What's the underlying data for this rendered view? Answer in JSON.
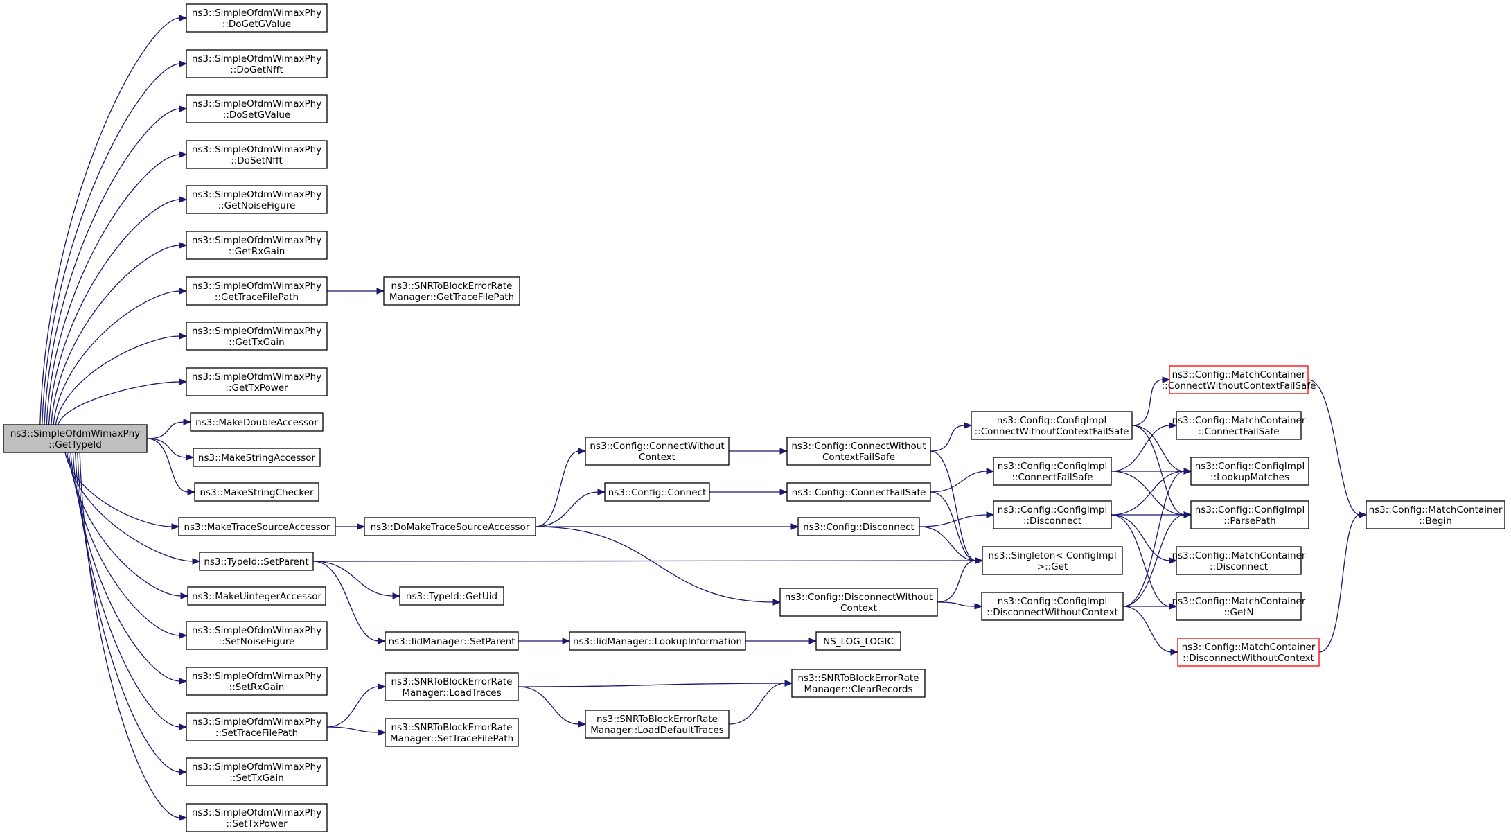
{
  "colors": {
    "edge": "#191970",
    "node_border": "#000000",
    "node_border_truncated": "#ff0000",
    "root_fill": "#bfbfbf",
    "node_fill": "#ffffff"
  },
  "nodes": [
    {
      "id": "root",
      "lines": [
        "ns3::SimpleOfdmWimaxPhy",
        "::GetTypeId"
      ],
      "style": "root"
    },
    {
      "id": "do_get_gvalue",
      "lines": [
        "ns3::SimpleOfdmWimaxPhy",
        "::DoGetGValue"
      ]
    },
    {
      "id": "do_get_nfft",
      "lines": [
        "ns3::SimpleOfdmWimaxPhy",
        "::DoGetNfft"
      ]
    },
    {
      "id": "do_set_gvalue",
      "lines": [
        "ns3::SimpleOfdmWimaxPhy",
        "::DoSetGValue"
      ]
    },
    {
      "id": "do_set_nfft",
      "lines": [
        "ns3::SimpleOfdmWimaxPhy",
        "::DoSetNfft"
      ]
    },
    {
      "id": "get_noise_figure",
      "lines": [
        "ns3::SimpleOfdmWimaxPhy",
        "::GetNoiseFigure"
      ]
    },
    {
      "id": "get_rx_gain",
      "lines": [
        "ns3::SimpleOfdmWimaxPhy",
        "::GetRxGain"
      ]
    },
    {
      "id": "get_trace_file_path",
      "lines": [
        "ns3::SimpleOfdmWimaxPhy",
        "::GetTraceFilePath"
      ]
    },
    {
      "id": "get_tx_gain",
      "lines": [
        "ns3::SimpleOfdmWimaxPhy",
        "::GetTxGain"
      ]
    },
    {
      "id": "get_tx_power",
      "lines": [
        "ns3::SimpleOfdmWimaxPhy",
        "::GetTxPower"
      ]
    },
    {
      "id": "make_double_accessor",
      "lines": [
        "ns3::MakeDoubleAccessor"
      ]
    },
    {
      "id": "make_string_accessor",
      "lines": [
        "ns3::MakeStringAccessor"
      ]
    },
    {
      "id": "make_string_checker",
      "lines": [
        "ns3::MakeStringChecker"
      ]
    },
    {
      "id": "make_trace_source_accessor",
      "lines": [
        "ns3::MakeTraceSourceAccessor"
      ]
    },
    {
      "id": "typeid_set_parent",
      "lines": [
        "ns3::TypeId::SetParent"
      ]
    },
    {
      "id": "make_uinteger_accessor",
      "lines": [
        "ns3::MakeUintegerAccessor"
      ]
    },
    {
      "id": "set_noise_figure",
      "lines": [
        "ns3::SimpleOfdmWimaxPhy",
        "::SetNoiseFigure"
      ]
    },
    {
      "id": "set_rx_gain",
      "lines": [
        "ns3::SimpleOfdmWimaxPhy",
        "::SetRxGain"
      ]
    },
    {
      "id": "set_trace_file_path",
      "lines": [
        "ns3::SimpleOfdmWimaxPhy",
        "::SetTraceFilePath"
      ]
    },
    {
      "id": "set_tx_gain",
      "lines": [
        "ns3::SimpleOfdmWimaxPhy",
        "::SetTxGain"
      ]
    },
    {
      "id": "set_tx_power",
      "lines": [
        "ns3::SimpleOfdmWimaxPhy",
        "::SetTxPower"
      ]
    },
    {
      "id": "snr_get_trace_file_path",
      "lines": [
        "ns3::SNRToBlockErrorRate",
        "Manager::GetTraceFilePath"
      ]
    },
    {
      "id": "do_make_trace_source_accessor",
      "lines": [
        "ns3::DoMakeTraceSourceAccessor"
      ]
    },
    {
      "id": "typeid_get_uid",
      "lines": [
        "ns3::TypeId::GetUid"
      ]
    },
    {
      "id": "iid_set_parent",
      "lines": [
        "ns3::IidManager::SetParent"
      ]
    },
    {
      "id": "snr_load_traces",
      "lines": [
        "ns3::SNRToBlockErrorRate",
        "Manager::LoadTraces"
      ]
    },
    {
      "id": "snr_set_trace_file_path",
      "lines": [
        "ns3::SNRToBlockErrorRate",
        "Manager::SetTraceFilePath"
      ]
    },
    {
      "id": "config_connect_without_context",
      "lines": [
        "ns3::Config::ConnectWithout",
        "Context"
      ]
    },
    {
      "id": "config_connect",
      "lines": [
        "ns3::Config::Connect"
      ]
    },
    {
      "id": "iid_lookup_information",
      "lines": [
        "ns3::IidManager::LookupInformation"
      ]
    },
    {
      "id": "snr_load_default_traces",
      "lines": [
        "ns3::SNRToBlockErrorRate",
        "Manager::LoadDefaultTraces"
      ]
    },
    {
      "id": "config_connect_without_context_failsafe",
      "lines": [
        "ns3::Config::ConnectWithout",
        "ContextFailSafe"
      ]
    },
    {
      "id": "config_connect_failsafe",
      "lines": [
        "ns3::Config::ConnectFailSafe"
      ]
    },
    {
      "id": "config_disconnect",
      "lines": [
        "ns3::Config::Disconnect"
      ]
    },
    {
      "id": "config_disconnect_without_context",
      "lines": [
        "ns3::Config::DisconnectWithout",
        "Context"
      ]
    },
    {
      "id": "ns_log_logic",
      "lines": [
        "NS_LOG_LOGIC"
      ]
    },
    {
      "id": "snr_clear_records",
      "lines": [
        "ns3::SNRToBlockErrorRate",
        "Manager::ClearRecords"
      ]
    },
    {
      "id": "impl_connect_without_context_failsafe",
      "lines": [
        "ns3::Config::ConfigImpl",
        "::ConnectWithoutContextFailSafe"
      ]
    },
    {
      "id": "impl_connect_failsafe",
      "lines": [
        "ns3::Config::ConfigImpl",
        "::ConnectFailSafe"
      ]
    },
    {
      "id": "impl_disconnect",
      "lines": [
        "ns3::Config::ConfigImpl",
        "::Disconnect"
      ]
    },
    {
      "id": "singleton_get",
      "lines": [
        "ns3::Singleton< ConfigImpl",
        " >::Get"
      ]
    },
    {
      "id": "impl_disconnect_without_context",
      "lines": [
        "ns3::Config::ConfigImpl",
        "::DisconnectWithoutContext"
      ]
    },
    {
      "id": "mc_connect_without_context_failsafe",
      "lines": [
        "ns3::Config::MatchContainer",
        "::ConnectWithoutContextFailSafe"
      ],
      "style": "red"
    },
    {
      "id": "mc_connect_failsafe",
      "lines": [
        "ns3::Config::MatchContainer",
        "::ConnectFailSafe"
      ]
    },
    {
      "id": "impl_lookup_matches",
      "lines": [
        "ns3::Config::ConfigImpl",
        "::LookupMatches"
      ]
    },
    {
      "id": "impl_parse_path",
      "lines": [
        "ns3::Config::ConfigImpl",
        "::ParsePath"
      ]
    },
    {
      "id": "mc_disconnect",
      "lines": [
        "ns3::Config::MatchContainer",
        "::Disconnect"
      ]
    },
    {
      "id": "mc_get_n",
      "lines": [
        "ns3::Config::MatchContainer",
        "::GetN"
      ]
    },
    {
      "id": "mc_disconnect_without_context",
      "lines": [
        "ns3::Config::MatchContainer",
        "::DisconnectWithoutContext"
      ],
      "style": "red"
    },
    {
      "id": "mc_begin",
      "lines": [
        "ns3::Config::MatchContainer",
        "::Begin"
      ]
    }
  ],
  "edges": [
    [
      "root",
      "do_get_gvalue"
    ],
    [
      "root",
      "do_get_nfft"
    ],
    [
      "root",
      "do_set_gvalue"
    ],
    [
      "root",
      "do_set_nfft"
    ],
    [
      "root",
      "get_noise_figure"
    ],
    [
      "root",
      "get_rx_gain"
    ],
    [
      "root",
      "get_trace_file_path"
    ],
    [
      "root",
      "get_tx_gain"
    ],
    [
      "root",
      "get_tx_power"
    ],
    [
      "root",
      "make_double_accessor"
    ],
    [
      "root",
      "make_string_accessor"
    ],
    [
      "root",
      "make_string_checker"
    ],
    [
      "root",
      "make_trace_source_accessor"
    ],
    [
      "root",
      "typeid_set_parent"
    ],
    [
      "root",
      "make_uinteger_accessor"
    ],
    [
      "root",
      "set_noise_figure"
    ],
    [
      "root",
      "set_rx_gain"
    ],
    [
      "root",
      "set_trace_file_path"
    ],
    [
      "root",
      "set_tx_gain"
    ],
    [
      "root",
      "set_tx_power"
    ],
    [
      "get_trace_file_path",
      "snr_get_trace_file_path"
    ],
    [
      "make_trace_source_accessor",
      "do_make_trace_source_accessor"
    ],
    [
      "do_make_trace_source_accessor",
      "config_connect_without_context"
    ],
    [
      "do_make_trace_source_accessor",
      "config_connect"
    ],
    [
      "do_make_trace_source_accessor",
      "config_disconnect"
    ],
    [
      "do_make_trace_source_accessor",
      "config_disconnect_without_context"
    ],
    [
      "typeid_set_parent",
      "singleton_get"
    ],
    [
      "typeid_set_parent",
      "typeid_get_uid"
    ],
    [
      "typeid_set_parent",
      "iid_set_parent"
    ],
    [
      "iid_set_parent",
      "iid_lookup_information"
    ],
    [
      "iid_lookup_information",
      "ns_log_logic"
    ],
    [
      "set_trace_file_path",
      "snr_load_traces"
    ],
    [
      "set_trace_file_path",
      "snr_set_trace_file_path"
    ],
    [
      "snr_load_traces",
      "snr_clear_records"
    ],
    [
      "snr_load_traces",
      "snr_load_default_traces"
    ],
    [
      "snr_load_default_traces",
      "snr_clear_records"
    ],
    [
      "config_connect_without_context",
      "config_connect_without_context_failsafe"
    ],
    [
      "config_connect",
      "config_connect_failsafe"
    ],
    [
      "config_connect_without_context_failsafe",
      "impl_connect_without_context_failsafe"
    ],
    [
      "config_connect_without_context_failsafe",
      "singleton_get"
    ],
    [
      "config_connect_failsafe",
      "impl_connect_failsafe"
    ],
    [
      "config_connect_failsafe",
      "singleton_get"
    ],
    [
      "config_disconnect",
      "impl_disconnect"
    ],
    [
      "config_disconnect",
      "singleton_get"
    ],
    [
      "config_disconnect_without_context",
      "singleton_get"
    ],
    [
      "config_disconnect_without_context",
      "impl_disconnect_without_context"
    ],
    [
      "impl_connect_without_context_failsafe",
      "mc_connect_without_context_failsafe"
    ],
    [
      "impl_connect_without_context_failsafe",
      "impl_lookup_matches"
    ],
    [
      "impl_connect_without_context_failsafe",
      "impl_parse_path"
    ],
    [
      "impl_connect_failsafe",
      "mc_connect_failsafe"
    ],
    [
      "impl_connect_failsafe",
      "impl_lookup_matches"
    ],
    [
      "impl_connect_failsafe",
      "impl_parse_path"
    ],
    [
      "impl_disconnect",
      "impl_lookup_matches"
    ],
    [
      "impl_disconnect",
      "impl_parse_path"
    ],
    [
      "impl_disconnect",
      "mc_disconnect"
    ],
    [
      "impl_disconnect",
      "mc_get_n"
    ],
    [
      "impl_disconnect_without_context",
      "impl_lookup_matches"
    ],
    [
      "impl_disconnect_without_context",
      "impl_parse_path"
    ],
    [
      "impl_disconnect_without_context",
      "mc_get_n"
    ],
    [
      "impl_disconnect_without_context",
      "mc_disconnect_without_context"
    ],
    [
      "mc_connect_without_context_failsafe",
      "mc_begin"
    ],
    [
      "mc_disconnect_without_context",
      "mc_begin"
    ]
  ]
}
